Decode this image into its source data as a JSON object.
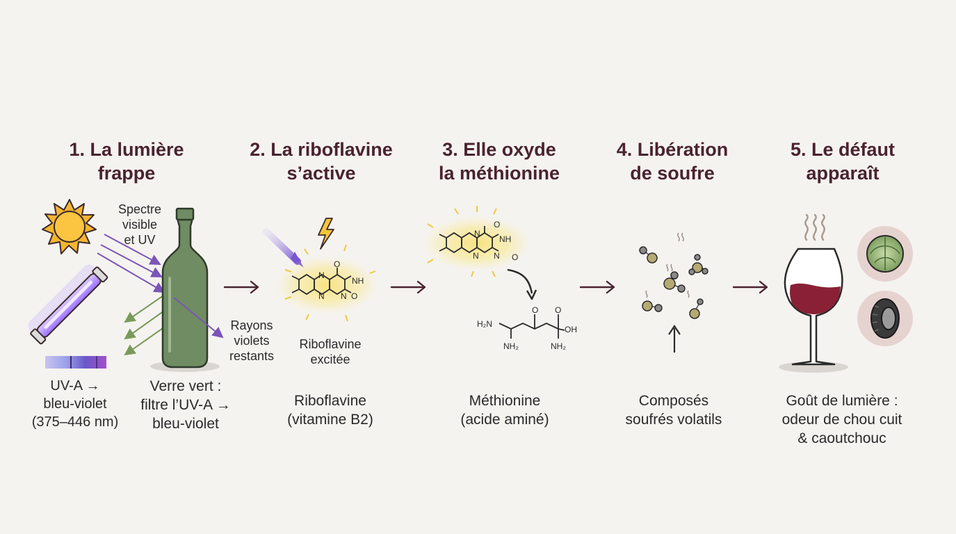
{
  "steps": [
    {
      "title_l1": "1. La lumière",
      "title_l2": "frappe",
      "caption_l1": "Verre vert :",
      "caption_l2": "filtre l’UV-A →",
      "caption_l3": "bleu-violet"
    },
    {
      "title_l1": "2. La riboflavine",
      "title_l2": "s’active",
      "caption_l1": "Riboflavine",
      "caption_l2": "(vitamine B2)"
    },
    {
      "title_l1": "3. Elle oxyde",
      "title_l2": "la méthionine",
      "caption_l1": "Méthionine",
      "caption_l2": "(acide aminé)"
    },
    {
      "title_l1": "4. Libération",
      "title_l2": "de soufre",
      "caption_l1": "Composés",
      "caption_l2": "soufrés volatils"
    },
    {
      "title_l1": "5. Le défaut",
      "title_l2": "apparaît",
      "caption_l1": "Goût de lumière :",
      "caption_l2": "odeur de chou cuit",
      "caption_l3": "& caoutchouc"
    }
  ],
  "labels": {
    "spectrum_l1": "Spectre",
    "spectrum_l2": "visible",
    "spectrum_l3": "et UV",
    "remaining_l1": "Rayons",
    "remaining_l2": "violets",
    "remaining_l3": "restants",
    "uv_l1": "UV-A →",
    "uv_l2": "bleu-violet",
    "uv_l3": "(375–446 nm)",
    "excited_l1": "Riboflavine",
    "excited_l2": "excitée"
  },
  "chem": {
    "o": "O",
    "nh": "NH",
    "n": "N",
    "h2n": "H₂N",
    "nh2": "NH₂",
    "oh": "OH"
  },
  "colors": {
    "title": "#4a2330",
    "arrow": "#4a2330",
    "bottle": "#6f8c62",
    "violet": "#7a55b8",
    "green_ray": "#7a9a5a",
    "sun": "#f5b530",
    "glow": "#f7de6a",
    "wine": "#8a2035"
  }
}
